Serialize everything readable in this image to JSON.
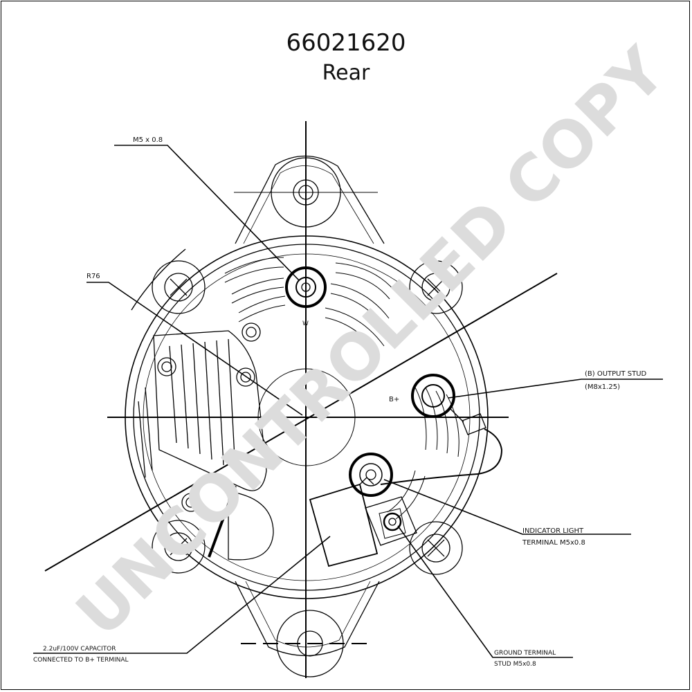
{
  "drawing": {
    "part_number": "66021620",
    "view": "Rear",
    "watermark": "UNCONTROLLED COPY",
    "labels": {
      "mount_thread": "M5 x 0.8",
      "radius": "R76",
      "terminal_w": "W",
      "terminal_b": "B+",
      "output_stud_line1": "(B) OUTPUT STUD",
      "output_stud_line2": "(M8x1.25)",
      "indicator_line1": "INDICATOR LIGHT",
      "indicator_line2": "TERMINAL M5x0.8",
      "capacitor_line1": "2.2uF/100V CAPACITOR",
      "capacitor_line2": "CONNECTED TO B+ TERMINAL",
      "ground_line1": "GROUND TERMINAL",
      "ground_line2": "STUD M5x0.8"
    }
  }
}
